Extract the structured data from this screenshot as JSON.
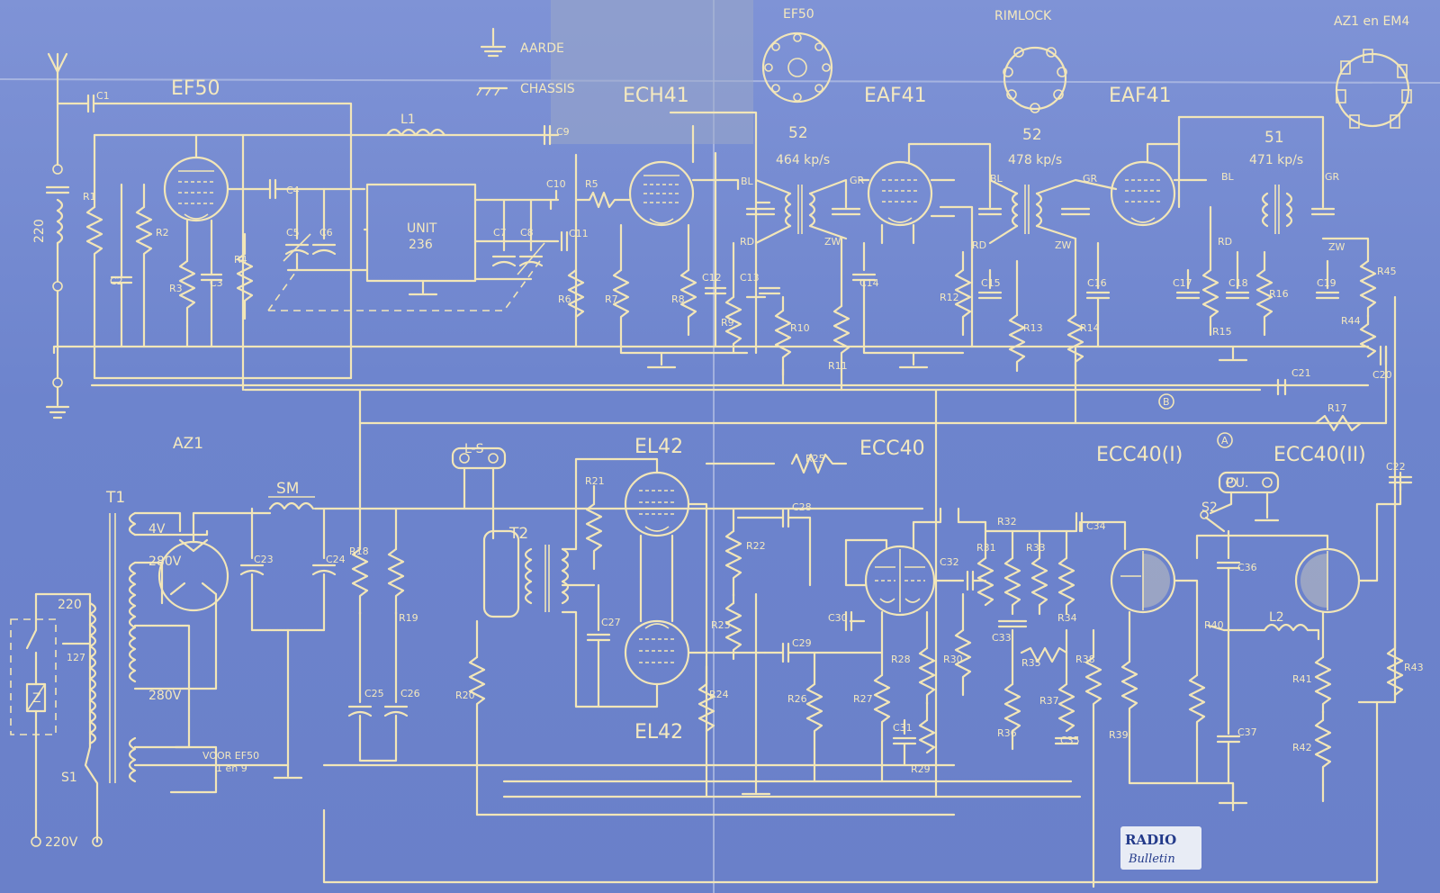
{
  "tubes_top": [
    "EF50",
    "ECH41",
    "EAF41",
    "EAF41"
  ],
  "tubes_bottom": [
    "AZ1",
    "EL42",
    "EL42",
    "ECC40",
    "ECC40(I)",
    "ECC40(II)"
  ],
  "sockets": {
    "ef50": "EF50",
    "rimlock": "RIMLOCK",
    "az1_em4": "AZ1 en EM4"
  },
  "ground_legend": {
    "aarde": "AARDE",
    "chassis": "CHASSIS"
  },
  "if_stages": [
    {
      "num": "52",
      "freq": "464 kp/s"
    },
    {
      "num": "52",
      "freq": "478 kp/s"
    },
    {
      "num": "51",
      "freq": "471 kp/s"
    }
  ],
  "unit": {
    "line1": "UNIT",
    "line2": "236"
  },
  "mains": {
    "v220_left": "220",
    "v220_tap": "220",
    "v127": "127",
    "v220v": "220V",
    "v4": "4V",
    "v280a": "280V",
    "v280b": "280V",
    "voor_ef50": "VOOR EF50",
    "pins_1en9": "1 en 9"
  },
  "labels": {
    "T1": "T1",
    "T2": "T2",
    "SM": "SM",
    "L1": "L1",
    "L2": "L2",
    "S1": "S1",
    "S2": "S2",
    "LS": "L-S",
    "PU": "P.U.",
    "Z": "Z",
    "A": "A",
    "B": "B",
    "BL": "BL",
    "GR": "GR",
    "RD": "RD",
    "ZW": "ZW"
  },
  "resistors": [
    "R1",
    "R2",
    "R3",
    "R4",
    "R5",
    "R6",
    "R7",
    "R8",
    "R9",
    "R10",
    "R11",
    "R12",
    "R13",
    "R14",
    "R15",
    "R16",
    "R17",
    "R18",
    "R19",
    "R20",
    "R21",
    "R22",
    "R23",
    "R24",
    "R25",
    "R26",
    "R27",
    "R28",
    "R29",
    "R30",
    "R31",
    "R32",
    "R33",
    "R34",
    "R35",
    "R36",
    "R37",
    "R38",
    "R39",
    "R40",
    "R41",
    "R42",
    "R43",
    "R44",
    "R45"
  ],
  "capacitors": [
    "C1",
    "C2",
    "C3",
    "C4",
    "C5",
    "C6",
    "C7",
    "C8",
    "C9",
    "C10",
    "C11",
    "C12",
    "C13",
    "C14",
    "C15",
    "C16",
    "C17",
    "C18",
    "C19",
    "C20",
    "C21",
    "C22",
    "C23",
    "C24",
    "C25",
    "C26",
    "C27",
    "C28",
    "C29",
    "C30",
    "C31",
    "C32",
    "C33",
    "C34",
    "C35",
    "C36",
    "C37"
  ],
  "logo": {
    "top": "RADIO",
    "bottom": "Bulletin"
  },
  "colors": {
    "paper": "#6f86cf",
    "ink": "#f2e6b8"
  }
}
